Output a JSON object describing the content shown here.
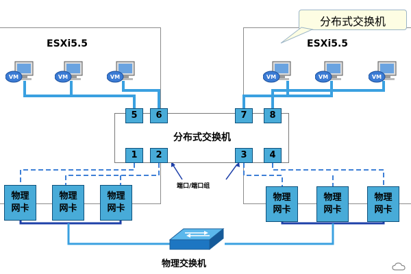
{
  "hosts": [
    {
      "title": "ESXi5.5"
    },
    {
      "title": "ESXi5.5"
    }
  ],
  "callout": {
    "text": "分布式交换机"
  },
  "distributed_switch": {
    "label": "分布式交换机",
    "ports": [
      "5",
      "6",
      "7",
      "8",
      "1",
      "2",
      "3",
      "4"
    ]
  },
  "vm": {
    "label": "VM"
  },
  "nics": [
    {
      "line1": "物理",
      "line2": "网卡"
    },
    {
      "line1": "物理",
      "line2": "网卡"
    },
    {
      "line1": "物理",
      "line2": "网卡"
    },
    {
      "line1": "物理",
      "line2": "网卡"
    },
    {
      "line1": "物理",
      "line2": "网卡"
    },
    {
      "line1": "物理",
      "line2": "网卡"
    }
  ],
  "port_group_label": "端口/端口组",
  "physical_switch": {
    "label": "物理交换机"
  },
  "colors": {
    "port_fill": "#48abd8",
    "link_blue": "#3aa0e0",
    "dashed_blue": "#3d7fd6",
    "dark_link": "#1d3fa8"
  }
}
